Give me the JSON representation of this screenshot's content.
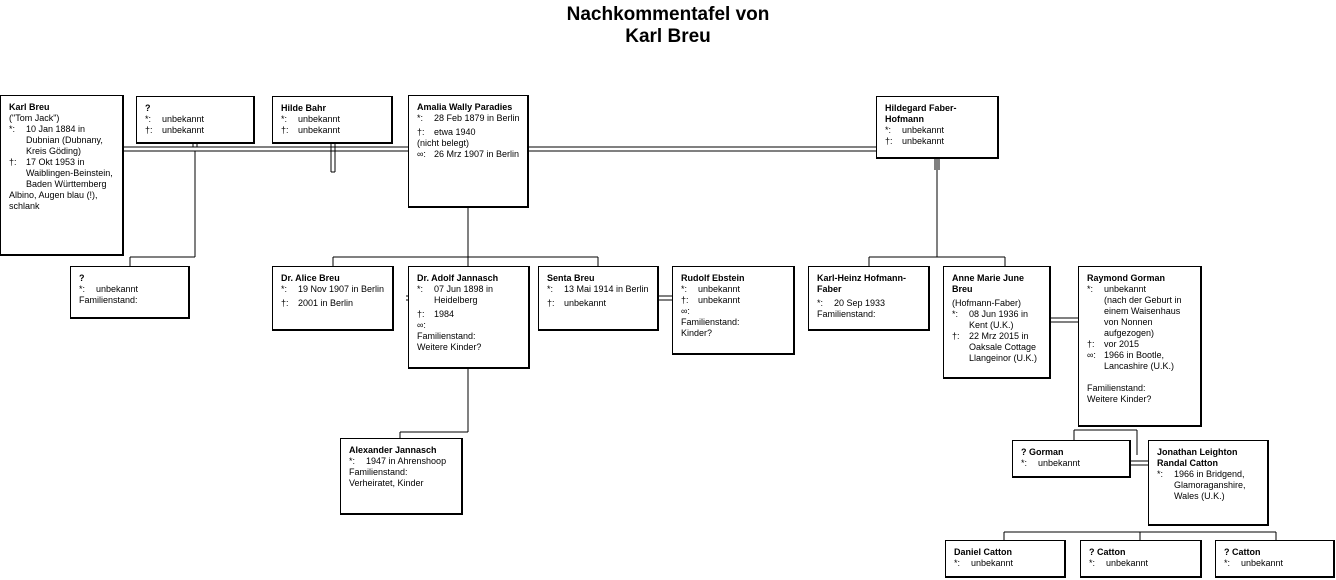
{
  "title": {
    "line1": "Nachkommentafel von",
    "line2": "Karl Breu"
  },
  "people": {
    "karl": {
      "name": "Karl Breu",
      "nick": "(\"Tom Jack\")",
      "birth_lbl": "*:",
      "birth": "10 Jan 1884 in Dubnian (Dubnany, Kreis Göding)",
      "death_lbl": "†:",
      "death": "17 Okt 1953 in Waiblingen-Beinstein, Baden Württemberg",
      "note": "Albino, Augen blau (!), schlank"
    },
    "unk_spouse1": {
      "name": "?",
      "birth_lbl": "*:",
      "birth": "unbekannt",
      "death_lbl": "†:",
      "death": "unbekannt"
    },
    "hilde": {
      "name": "Hilde Bahr",
      "birth_lbl": "*:",
      "birth": "unbekannt",
      "death_lbl": "†:",
      "death": "unbekannt"
    },
    "amalia": {
      "name": "Amalia Wally Paradies",
      "birth_lbl": "*:",
      "birth": "28 Feb 1879 in Berlin",
      "death_lbl": "†:",
      "death": "etwa 1940",
      "death_note": "(nicht belegt)",
      "marr_lbl": "∞:",
      "marr": "26 Mrz 1907 in Berlin"
    },
    "hildegard": {
      "name": "Hildegard Faber-Hofmann",
      "birth_lbl": "*:",
      "birth": "unbekannt",
      "death_lbl": "†:",
      "death": "unbekannt"
    },
    "unk_child": {
      "name": "?",
      "birth_lbl": "*:",
      "birth": "unbekannt",
      "fam": "Familienstand:"
    },
    "alice": {
      "name": "Dr. Alice Breu",
      "birth_lbl": "*:",
      "birth": "19 Nov 1907 in Berlin",
      "death_lbl": "†:",
      "death": "2001 in Berlin"
    },
    "adolf": {
      "name": "Dr. Adolf Jannasch",
      "birth_lbl": "*:",
      "birth": "07 Jun 1898 in Heidelberg",
      "death_lbl": "†:",
      "death": "1984",
      "marr_lbl": "∞:",
      "fam": "Familienstand:",
      "kids": "Weitere Kinder?"
    },
    "senta": {
      "name": "Senta Breu",
      "birth_lbl": "*:",
      "birth": "13 Mai 1914 in Berlin",
      "death_lbl": "†:",
      "death": "unbekannt"
    },
    "rudolf": {
      "name": "Rudolf Ebstein",
      "birth_lbl": "*:",
      "birth": "unbekannt",
      "death_lbl": "†:",
      "death": "unbekannt",
      "marr_lbl": "∞:",
      "fam": "Familienstand:",
      "kids": "Kinder?"
    },
    "karlheinz": {
      "name": "Karl-Heinz Hofmann-Faber",
      "birth_lbl": "*:",
      "birth": "20 Sep 1933",
      "fam": "Familienstand:"
    },
    "annemarie": {
      "name": "Anne Marie June Breu",
      "alias": "(Hofmann-Faber)",
      "birth_lbl": "*:",
      "birth": "08 Jun 1936 in Kent (U.K.)",
      "death_lbl": "†:",
      "death": "22 Mrz 2015 in Oaksale Cottage Llangeinor (U.K.)"
    },
    "raymond": {
      "name": "Raymond Gorman",
      "birth_lbl": "*:",
      "birth": "unbekannt",
      "note": "(nach der Geburt in einem Waisenhaus von Nonnen aufgezogen)",
      "death_lbl": "†:",
      "death": "vor 2015",
      "marr_lbl": "∞:",
      "marr": "1966 in Bootle, Lancashire (U.K.)",
      "fam": "Familienstand:",
      "kids": "Weitere Kinder?"
    },
    "alexander": {
      "name": "Alexander Jannasch",
      "birth_lbl": "*:",
      "birth": "1947 in Ahrenshoop",
      "fam": "Familienstand:",
      "fam_val": "Verheiratet, Kinder"
    },
    "gorman": {
      "name": "? Gorman",
      "birth_lbl": "*:",
      "birth": "unbekannt"
    },
    "jonathan": {
      "name": "Jonathan Leighton Randal Catton",
      "birth_lbl": "*:",
      "birth": "1966 in Bridgend, Glamoraganshire, Wales (U.K.)"
    },
    "daniel": {
      "name": "Daniel Catton",
      "birth_lbl": "*:",
      "birth": "unbekannt"
    },
    "catton2": {
      "name": "? Catton",
      "birth_lbl": "*:",
      "birth": "unbekannt"
    },
    "catton3": {
      "name": "? Catton",
      "birth_lbl": "*:",
      "birth": "unbekannt"
    }
  }
}
